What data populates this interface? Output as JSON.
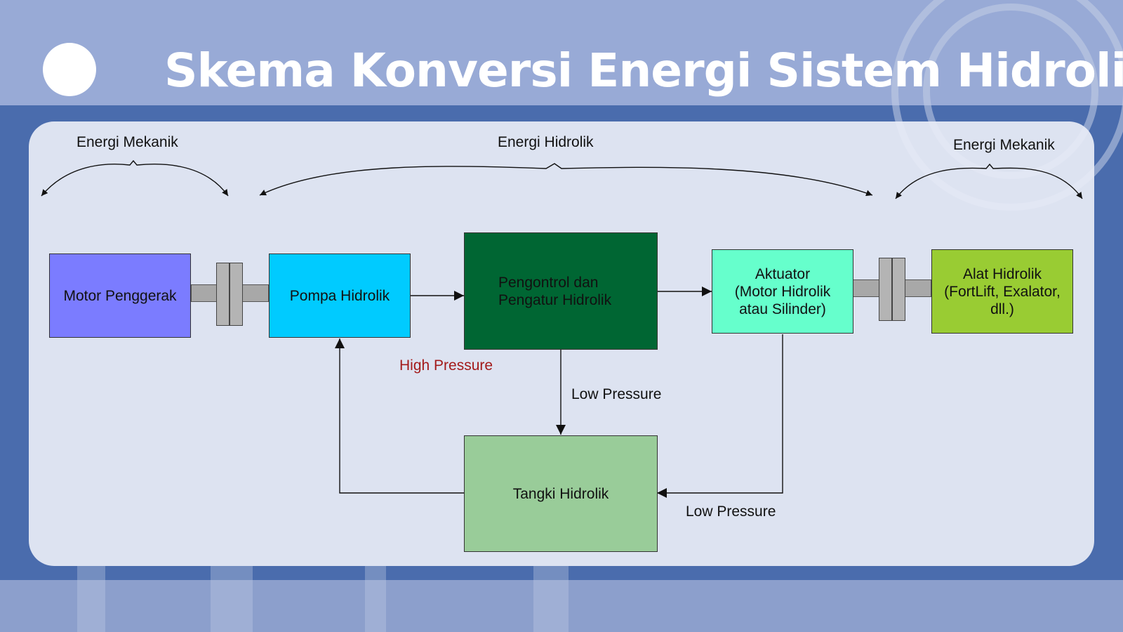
{
  "header": {
    "title": "Skema Konversi Energi Sistem Hidrolik"
  },
  "diagram": {
    "energy_labels": {
      "left": "Energi Mekanik",
      "middle": "Energi Hidrolik",
      "right": "Energi Mekanik"
    },
    "blocks": {
      "motor": {
        "label": "Motor Penggerak",
        "color": "#7b7cff"
      },
      "pump": {
        "label": "Pompa Hidrolik",
        "color": "#00cbff"
      },
      "controller": {
        "label": "Pengontrol dan\nPengatur Hidrolik",
        "color": "#006633"
      },
      "actuator": {
        "label": "Aktuator\n(Motor Hidrolik\natau Silinder)",
        "color": "#66ffcc"
      },
      "tool": {
        "label": "Alat Hidrolik\n(FortLift, Exalator,\ndll.)",
        "color": "#99cc33"
      },
      "tank": {
        "label": "Tangki Hidrolik",
        "color": "#99cc99"
      }
    },
    "flow_labels": {
      "high_pressure": "High Pressure",
      "low_pressure_tank": "Low Pressure",
      "low_pressure_return": "Low Pressure"
    },
    "high_pressure_color": "#a31a1a"
  }
}
